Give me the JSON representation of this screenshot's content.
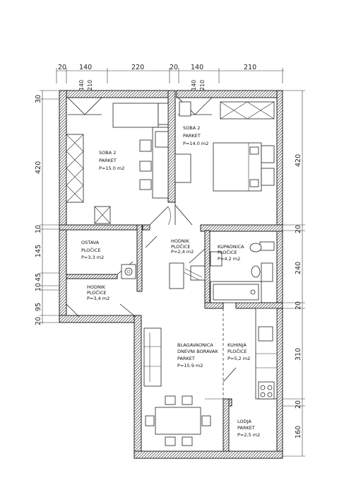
{
  "dimensions": {
    "top": [
      "20",
      "140",
      "220",
      "20",
      "140",
      "210"
    ],
    "window_marks": [
      "140",
      "210",
      "140",
      "210"
    ],
    "left": [
      "30",
      "420",
      "10",
      "145",
      "45",
      "10",
      "95",
      "20"
    ],
    "right": [
      "420",
      "20",
      "240",
      "20",
      "310",
      "20",
      "160"
    ]
  },
  "rooms": {
    "soba_left": {
      "line1": "SOBA 2",
      "line2": "PARKET",
      "line3": "P=15.0 m2"
    },
    "soba_right": {
      "line1": "SOBA 2",
      "line2": "PARKET",
      "line3": "P=14.0 m2"
    },
    "ostava": {
      "line1": "OSTAVA",
      "line2": "PLOČICE",
      "line3": "P=3,3 m2"
    },
    "hodnik_center": {
      "line1": "HODNIK",
      "line2": "PLOČICE",
      "line3": "P=2,4 m2"
    },
    "kupaonica": {
      "line1": "KUPAONICA",
      "line2": "PLOČICE",
      "line3": "P=4,2 m2"
    },
    "hodnik_left": {
      "line1": "HODNIK",
      "line2": "PLOČICE",
      "line3": "P=3,4 m2"
    },
    "blagavaonica": {
      "line1": "BLAGAVAONICA",
      "line2": "DNEVNI BORAVAK",
      "line3": "PARKET",
      "line4": "P=15.9 m2"
    },
    "kuhinja": {
      "line1": "KUHINJA",
      "line2": "PLOČICE",
      "line3": "P=5,2 m2"
    },
    "lodja": {
      "line1": "LODJA",
      "line2": "PARKET",
      "line3": "P=2,5 m2"
    }
  }
}
